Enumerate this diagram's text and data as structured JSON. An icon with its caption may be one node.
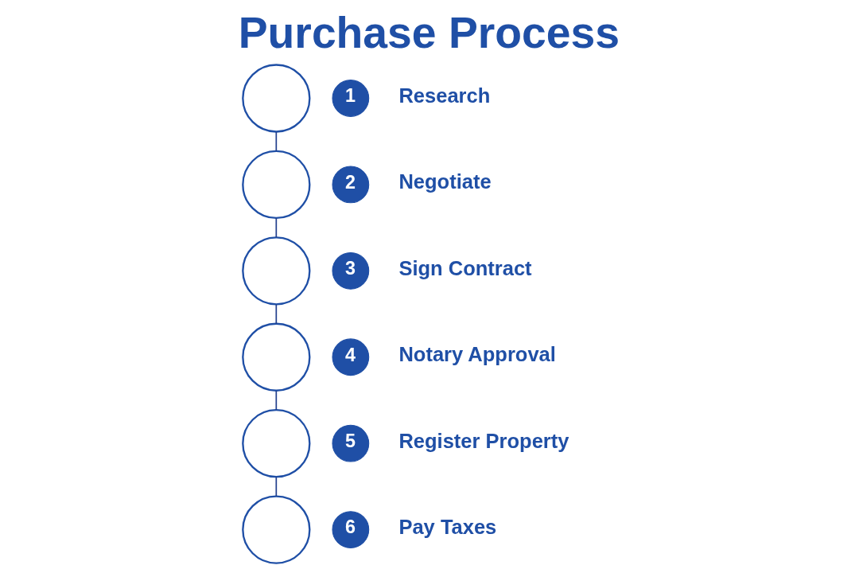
{
  "diagram": {
    "title": "Purchase Process",
    "nodes": [
      {
        "text": [],
        "shape": "circle"
      },
      {
        "text": [],
        "shape": "circle"
      },
      {
        "text": [],
        "shape": "circle"
      },
      {
        "text": [],
        "shape": "circle"
      },
      {
        "text": [],
        "shape": "circle"
      },
      {
        "text": [],
        "shape": "circle"
      },
      {
        "text": [
          "1"
        ],
        "beside": [
          "Research"
        ]
      },
      {
        "text": [
          "2"
        ],
        "beside": [
          "Negotiate"
        ]
      },
      {
        "text": [
          "3"
        ],
        "beside": [
          "Sign Contract"
        ]
      },
      {
        "text": [
          "4"
        ],
        "beside": [
          "Notary Approval"
        ]
      },
      {
        "text": [
          "5"
        ],
        "beside": [
          "Register Property"
        ]
      },
      {
        "text": [
          "6"
        ],
        "beside": [
          "Pay Taxes"
        ]
      }
    ],
    "edges": [
      {
        "from": 0,
        "to": 1,
        "arrow": "none"
      },
      {
        "from": 1,
        "to": 2,
        "arrow": "none"
      },
      {
        "from": 2,
        "to": 3,
        "arrow": "none"
      },
      {
        "from": 3,
        "to": 4,
        "arrow": "none"
      },
      {
        "from": 4,
        "to": 5,
        "arrow": "none"
      }
    ]
  }
}
